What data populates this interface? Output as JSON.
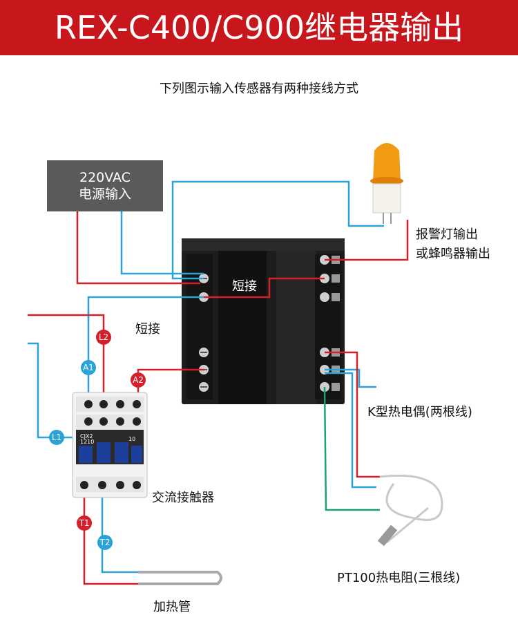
{
  "header": {
    "title": "REX-C400/C900继电器输出"
  },
  "subtitle": "下列图示输入传感器有两种接线方式",
  "power": {
    "line1": "220VAC",
    "line2": "电源输入"
  },
  "labels": {
    "short1": "短接",
    "short2": "短接",
    "alarm_line1": "报警灯输出",
    "alarm_line2": "或蜂鸣器输出",
    "thermocouple": "K型热电偶(两根线)",
    "contactor": "交流接触器",
    "rtd": "PT100热电阻(三根线)",
    "heater": "加热管"
  },
  "tags": {
    "l2": "L2",
    "a1": "A1",
    "a2": "A2",
    "l1": "L1",
    "t1": "T1",
    "t2": "T2"
  },
  "contactor_text": {
    "model": "CJX2",
    "code": "1210",
    "rating": "10"
  },
  "colors": {
    "banner": "#c8161d",
    "wire_red": "#d4202a",
    "wire_blue": "#2aa4d8",
    "wire_green": "#1aa07a",
    "controller": "#1c1c1c",
    "contactor_body": "#f2f2f2",
    "contactor_blue": "#1d3f9c",
    "lamp": "#f29a12"
  }
}
